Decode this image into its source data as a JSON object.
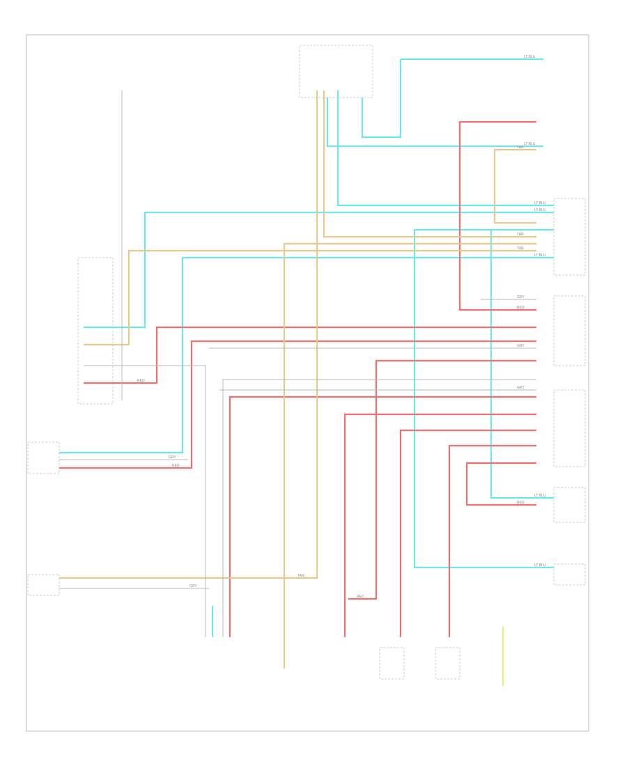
{
  "diagram": {
    "type": "wiring-diagram",
    "wire_colors": {
      "cyan": "#6fe6ee",
      "red": "#f07070",
      "tan": "#e6c98e",
      "gray": "#b8b8b8",
      "yellow": "#e8f07a"
    },
    "wire_labels": {
      "cyan": "LT BLU",
      "red": "RED",
      "tan": "TAN",
      "gray": "GRY"
    }
  }
}
